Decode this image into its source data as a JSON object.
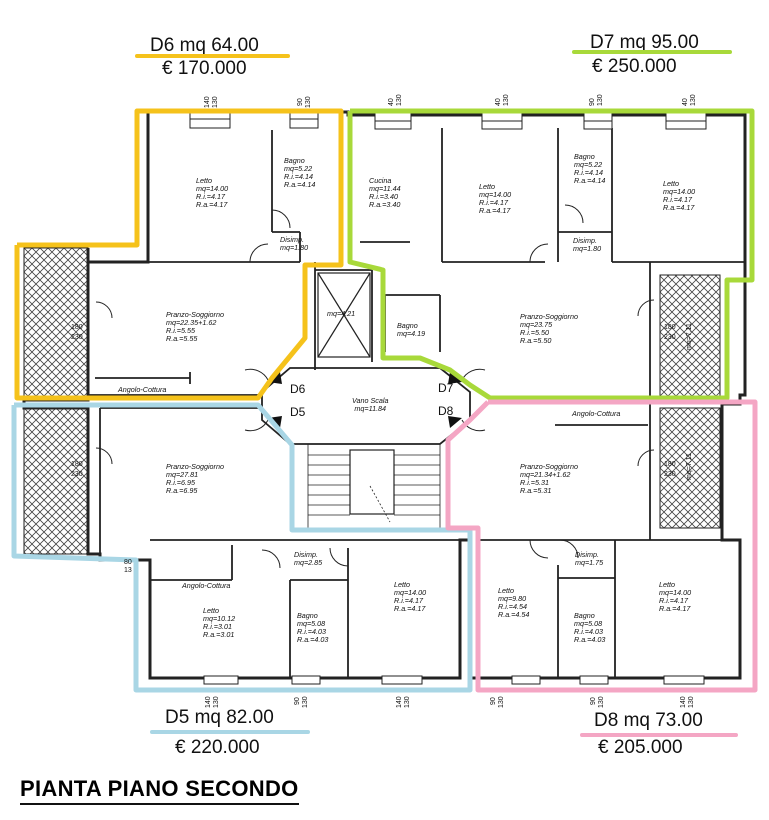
{
  "title": "PIANTA PIANO SECONDO",
  "colors": {
    "d6": "#f5c21b",
    "d7": "#a8d93a",
    "d5": "#a9d6e5",
    "d8": "#f4a6c4",
    "wall": "#222222"
  },
  "units": {
    "d6": {
      "title": "D6 mq 64.00",
      "price": "€ 170.000",
      "tag": "D6"
    },
    "d7": {
      "title": "D7 mq 95.00",
      "price": "€ 250.000",
      "tag": "D7"
    },
    "d5": {
      "title": "D5 mq 82.00",
      "price": "€ 220.000",
      "tag": "D5"
    },
    "d8": {
      "title": "D8 mq 73.00",
      "price": "€ 205.000",
      "tag": "D8"
    }
  },
  "rooms": {
    "d6_letto": [
      "Letto",
      "mq=14.00",
      "R.i.=4.17",
      "R.a.=4.17"
    ],
    "d6_bagno": [
      "Bagno",
      "mq=5.22",
      "R.i.=4.14",
      "R.a.=4.14"
    ],
    "d6_disimp": [
      "Disimp.",
      "mq=1.80"
    ],
    "d6_pranzo": [
      "Pranzo-Soggiorno",
      "mq=22.35+1.62",
      "R.i.=5.55",
      "R.a.=5.55"
    ],
    "d6_angolo": "Angolo-Cottura",
    "lift": "mq=4.21",
    "d7_cucina": [
      "Cucina",
      "mq=11.44",
      "R.i.=3.40",
      "R.a.=3.40"
    ],
    "d7_letto1": [
      "Letto",
      "mq=14.00",
      "R.i.=4.17",
      "R.a.=4.17"
    ],
    "d7_bagno1": [
      "Bagno",
      "mq=5.22",
      "R.i.=4.14",
      "R.a.=4.14"
    ],
    "d7_letto2": [
      "Letto",
      "mq=14.00",
      "R.i.=4.17",
      "R.a.=4.17"
    ],
    "d7_disimp": [
      "Disimp.",
      "mq=1.80"
    ],
    "d7_bagno2": [
      "Bagno",
      "mq=4.19"
    ],
    "d7_pranzo": [
      "Pranzo-Soggiorno",
      "mq=23.75",
      "R.i.=5.50",
      "R.a.=5.50"
    ],
    "vano": [
      "Vano Scala",
      "mq=11.84"
    ],
    "d5_pranzo": [
      "Pranzo-Soggiorno",
      "mq=27.81",
      "R.i.=6.95",
      "R.a.=6.95"
    ],
    "d5_angolo": "Angolo-Cottura",
    "d5_disimp": [
      "Disimp.",
      "mq=2.85"
    ],
    "d5_letto1": [
      "Letto",
      "mq=10.12",
      "R.i.=3.01",
      "R.a.=3.01"
    ],
    "d5_bagno": [
      "Bagno",
      "mq=5.08",
      "R.i.=4.03",
      "R.a.=4.03"
    ],
    "d5_letto2": [
      "Letto",
      "mq=14.00",
      "R.i.=4.17",
      "R.a.=4.17"
    ],
    "d8_angolo": "Angolo-Cottura",
    "d8_pranzo": [
      "Pranzo-Soggiorno",
      "mq=21.34+1.62",
      "R.i.=5.31",
      "R.a.=5.31"
    ],
    "d8_disimp": [
      "Disimp.",
      "mq=1.75"
    ],
    "d8_letto1": [
      "Letto",
      "mq=9.80",
      "R.i.=4.54",
      "R.a.=4.54"
    ],
    "d8_bagno": [
      "Bagno",
      "mq=5.08",
      "R.i.=4.03",
      "R.a.=4.03"
    ],
    "d8_letto2": [
      "Letto",
      "mq=14.00",
      "R.i.=4.17",
      "R.a.=4.17"
    ]
  },
  "dims": {
    "w140": "140",
    "w130": "130",
    "w90": "90",
    "w40": "40",
    "b180": "180",
    "b230": "230",
    "b711": "mq=7.11",
    "s80": "80",
    "s13": "13"
  }
}
